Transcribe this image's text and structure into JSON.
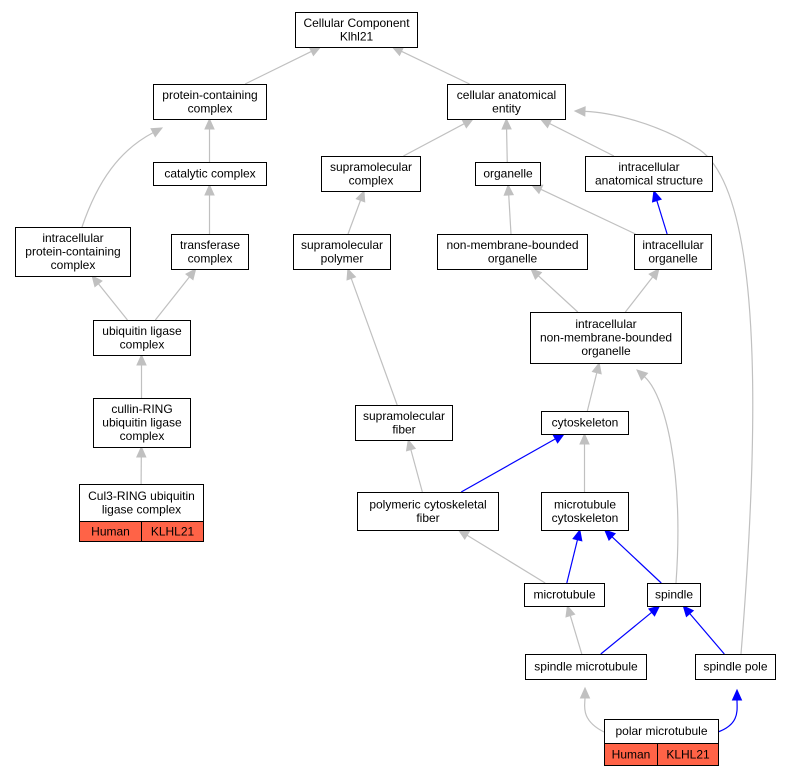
{
  "colors": {
    "edge_grey": "#c0c0c0",
    "edge_blue": "#0000ff",
    "species_fill": "#ff6347",
    "node_fill": "#ffffff",
    "node_stroke": "#000000"
  },
  "nodes": {
    "cc_klhl21": {
      "lines": [
        "Cellular Component",
        "Klhl21"
      ]
    },
    "protein_containing_complex": {
      "lines": [
        "protein-containing",
        "complex"
      ]
    },
    "cellular_anatomical_entity": {
      "lines": [
        "cellular anatomical",
        "entity"
      ]
    },
    "catalytic_complex": {
      "lines": [
        "catalytic complex"
      ]
    },
    "supramolecular_complex": {
      "lines": [
        "supramolecular",
        "complex"
      ]
    },
    "organelle": {
      "lines": [
        "organelle"
      ]
    },
    "intracellular_anatomical_structure": {
      "lines": [
        "intracellular",
        "anatomical structure"
      ]
    },
    "intracellular_protein_containing_complex": {
      "lines": [
        "intracellular",
        "protein-containing",
        "complex"
      ]
    },
    "transferase_complex": {
      "lines": [
        "transferase",
        "complex"
      ]
    },
    "supramolecular_polymer": {
      "lines": [
        "supramolecular",
        "polymer"
      ]
    },
    "non_membrane_bounded_organelle": {
      "lines": [
        "non-membrane-bounded",
        "organelle"
      ]
    },
    "intracellular_organelle": {
      "lines": [
        "intracellular",
        "organelle"
      ]
    },
    "ubiquitin_ligase_complex": {
      "lines": [
        "ubiquitin ligase",
        "complex"
      ]
    },
    "intracellular_non_membrane_bounded_organelle": {
      "lines": [
        "intracellular",
        "non-membrane-bounded",
        "organelle"
      ]
    },
    "cullin_ring": {
      "lines": [
        "cullin-RING",
        "ubiquitin ligase",
        "complex"
      ]
    },
    "supramolecular_fiber": {
      "lines": [
        "supramolecular",
        "fiber"
      ]
    },
    "cytoskeleton": {
      "lines": [
        "cytoskeleton"
      ]
    },
    "cul3_ring": {
      "lines": [
        "Cul3-RING ubiquitin",
        "ligase complex"
      ],
      "species": "Human",
      "gene": "KLHL21"
    },
    "polymeric_cytoskeletal_fiber": {
      "lines": [
        "polymeric cytoskeletal",
        "fiber"
      ]
    },
    "microtubule_cytoskeleton": {
      "lines": [
        "microtubule",
        "cytoskeleton"
      ]
    },
    "microtubule": {
      "lines": [
        "microtubule"
      ]
    },
    "spindle": {
      "lines": [
        "spindle"
      ]
    },
    "spindle_microtubule": {
      "lines": [
        "spindle microtubule"
      ]
    },
    "spindle_pole": {
      "lines": [
        "spindle pole"
      ]
    },
    "polar_microtubule": {
      "lines": [
        "polar microtubule"
      ],
      "species": "Human",
      "gene": "KLHL21"
    }
  },
  "edges": [
    {
      "from": "protein_containing_complex",
      "to": "cc_klhl21",
      "color": "grey"
    },
    {
      "from": "cellular_anatomical_entity",
      "to": "cc_klhl21",
      "color": "grey"
    },
    {
      "from": "catalytic_complex",
      "to": "protein_containing_complex",
      "color": "grey"
    },
    {
      "from": "intracellular_protein_containing_complex",
      "to": "protein_containing_complex",
      "color": "grey"
    },
    {
      "from": "supramolecular_complex",
      "to": "cellular_anatomical_entity",
      "color": "grey"
    },
    {
      "from": "organelle",
      "to": "cellular_anatomical_entity",
      "color": "grey"
    },
    {
      "from": "intracellular_anatomical_structure",
      "to": "cellular_anatomical_entity",
      "color": "grey"
    },
    {
      "from": "spindle_pole",
      "to": "cellular_anatomical_entity",
      "color": "grey"
    },
    {
      "from": "transferase_complex",
      "to": "catalytic_complex",
      "color": "grey"
    },
    {
      "from": "supramolecular_polymer",
      "to": "supramolecular_complex",
      "color": "grey"
    },
    {
      "from": "non_membrane_bounded_organelle",
      "to": "organelle",
      "color": "grey"
    },
    {
      "from": "intracellular_organelle",
      "to": "organelle",
      "color": "grey"
    },
    {
      "from": "intracellular_organelle",
      "to": "intracellular_anatomical_structure",
      "color": "blue"
    },
    {
      "from": "ubiquitin_ligase_complex",
      "to": "intracellular_protein_containing_complex",
      "color": "grey"
    },
    {
      "from": "ubiquitin_ligase_complex",
      "to": "transferase_complex",
      "color": "grey"
    },
    {
      "from": "supramolecular_fiber",
      "to": "supramolecular_polymer",
      "color": "grey"
    },
    {
      "from": "intracellular_non_membrane_bounded_organelle",
      "to": "non_membrane_bounded_organelle",
      "color": "grey"
    },
    {
      "from": "intracellular_non_membrane_bounded_organelle",
      "to": "intracellular_organelle",
      "color": "grey"
    },
    {
      "from": "cullin_ring",
      "to": "ubiquitin_ligase_complex",
      "color": "grey"
    },
    {
      "from": "cytoskeleton",
      "to": "intracellular_non_membrane_bounded_organelle",
      "color": "grey"
    },
    {
      "from": "spindle",
      "to": "intracellular_non_membrane_bounded_organelle",
      "color": "grey"
    },
    {
      "from": "cul3_ring",
      "to": "cullin_ring",
      "color": "grey"
    },
    {
      "from": "polymeric_cytoskeletal_fiber",
      "to": "supramolecular_fiber",
      "color": "grey"
    },
    {
      "from": "polymeric_cytoskeletal_fiber",
      "to": "cytoskeleton",
      "color": "blue"
    },
    {
      "from": "microtubule_cytoskeleton",
      "to": "cytoskeleton",
      "color": "grey"
    },
    {
      "from": "microtubule",
      "to": "polymeric_cytoskeletal_fiber",
      "color": "grey"
    },
    {
      "from": "microtubule",
      "to": "microtubule_cytoskeleton",
      "color": "blue"
    },
    {
      "from": "spindle",
      "to": "microtubule_cytoskeleton",
      "color": "blue"
    },
    {
      "from": "spindle_microtubule",
      "to": "microtubule",
      "color": "grey"
    },
    {
      "from": "spindle_microtubule",
      "to": "spindle",
      "color": "blue"
    },
    {
      "from": "spindle_pole",
      "to": "spindle",
      "color": "blue"
    },
    {
      "from": "polar_microtubule",
      "to": "spindle_microtubule",
      "color": "grey"
    },
    {
      "from": "polar_microtubule",
      "to": "spindle_pole",
      "color": "blue"
    }
  ]
}
